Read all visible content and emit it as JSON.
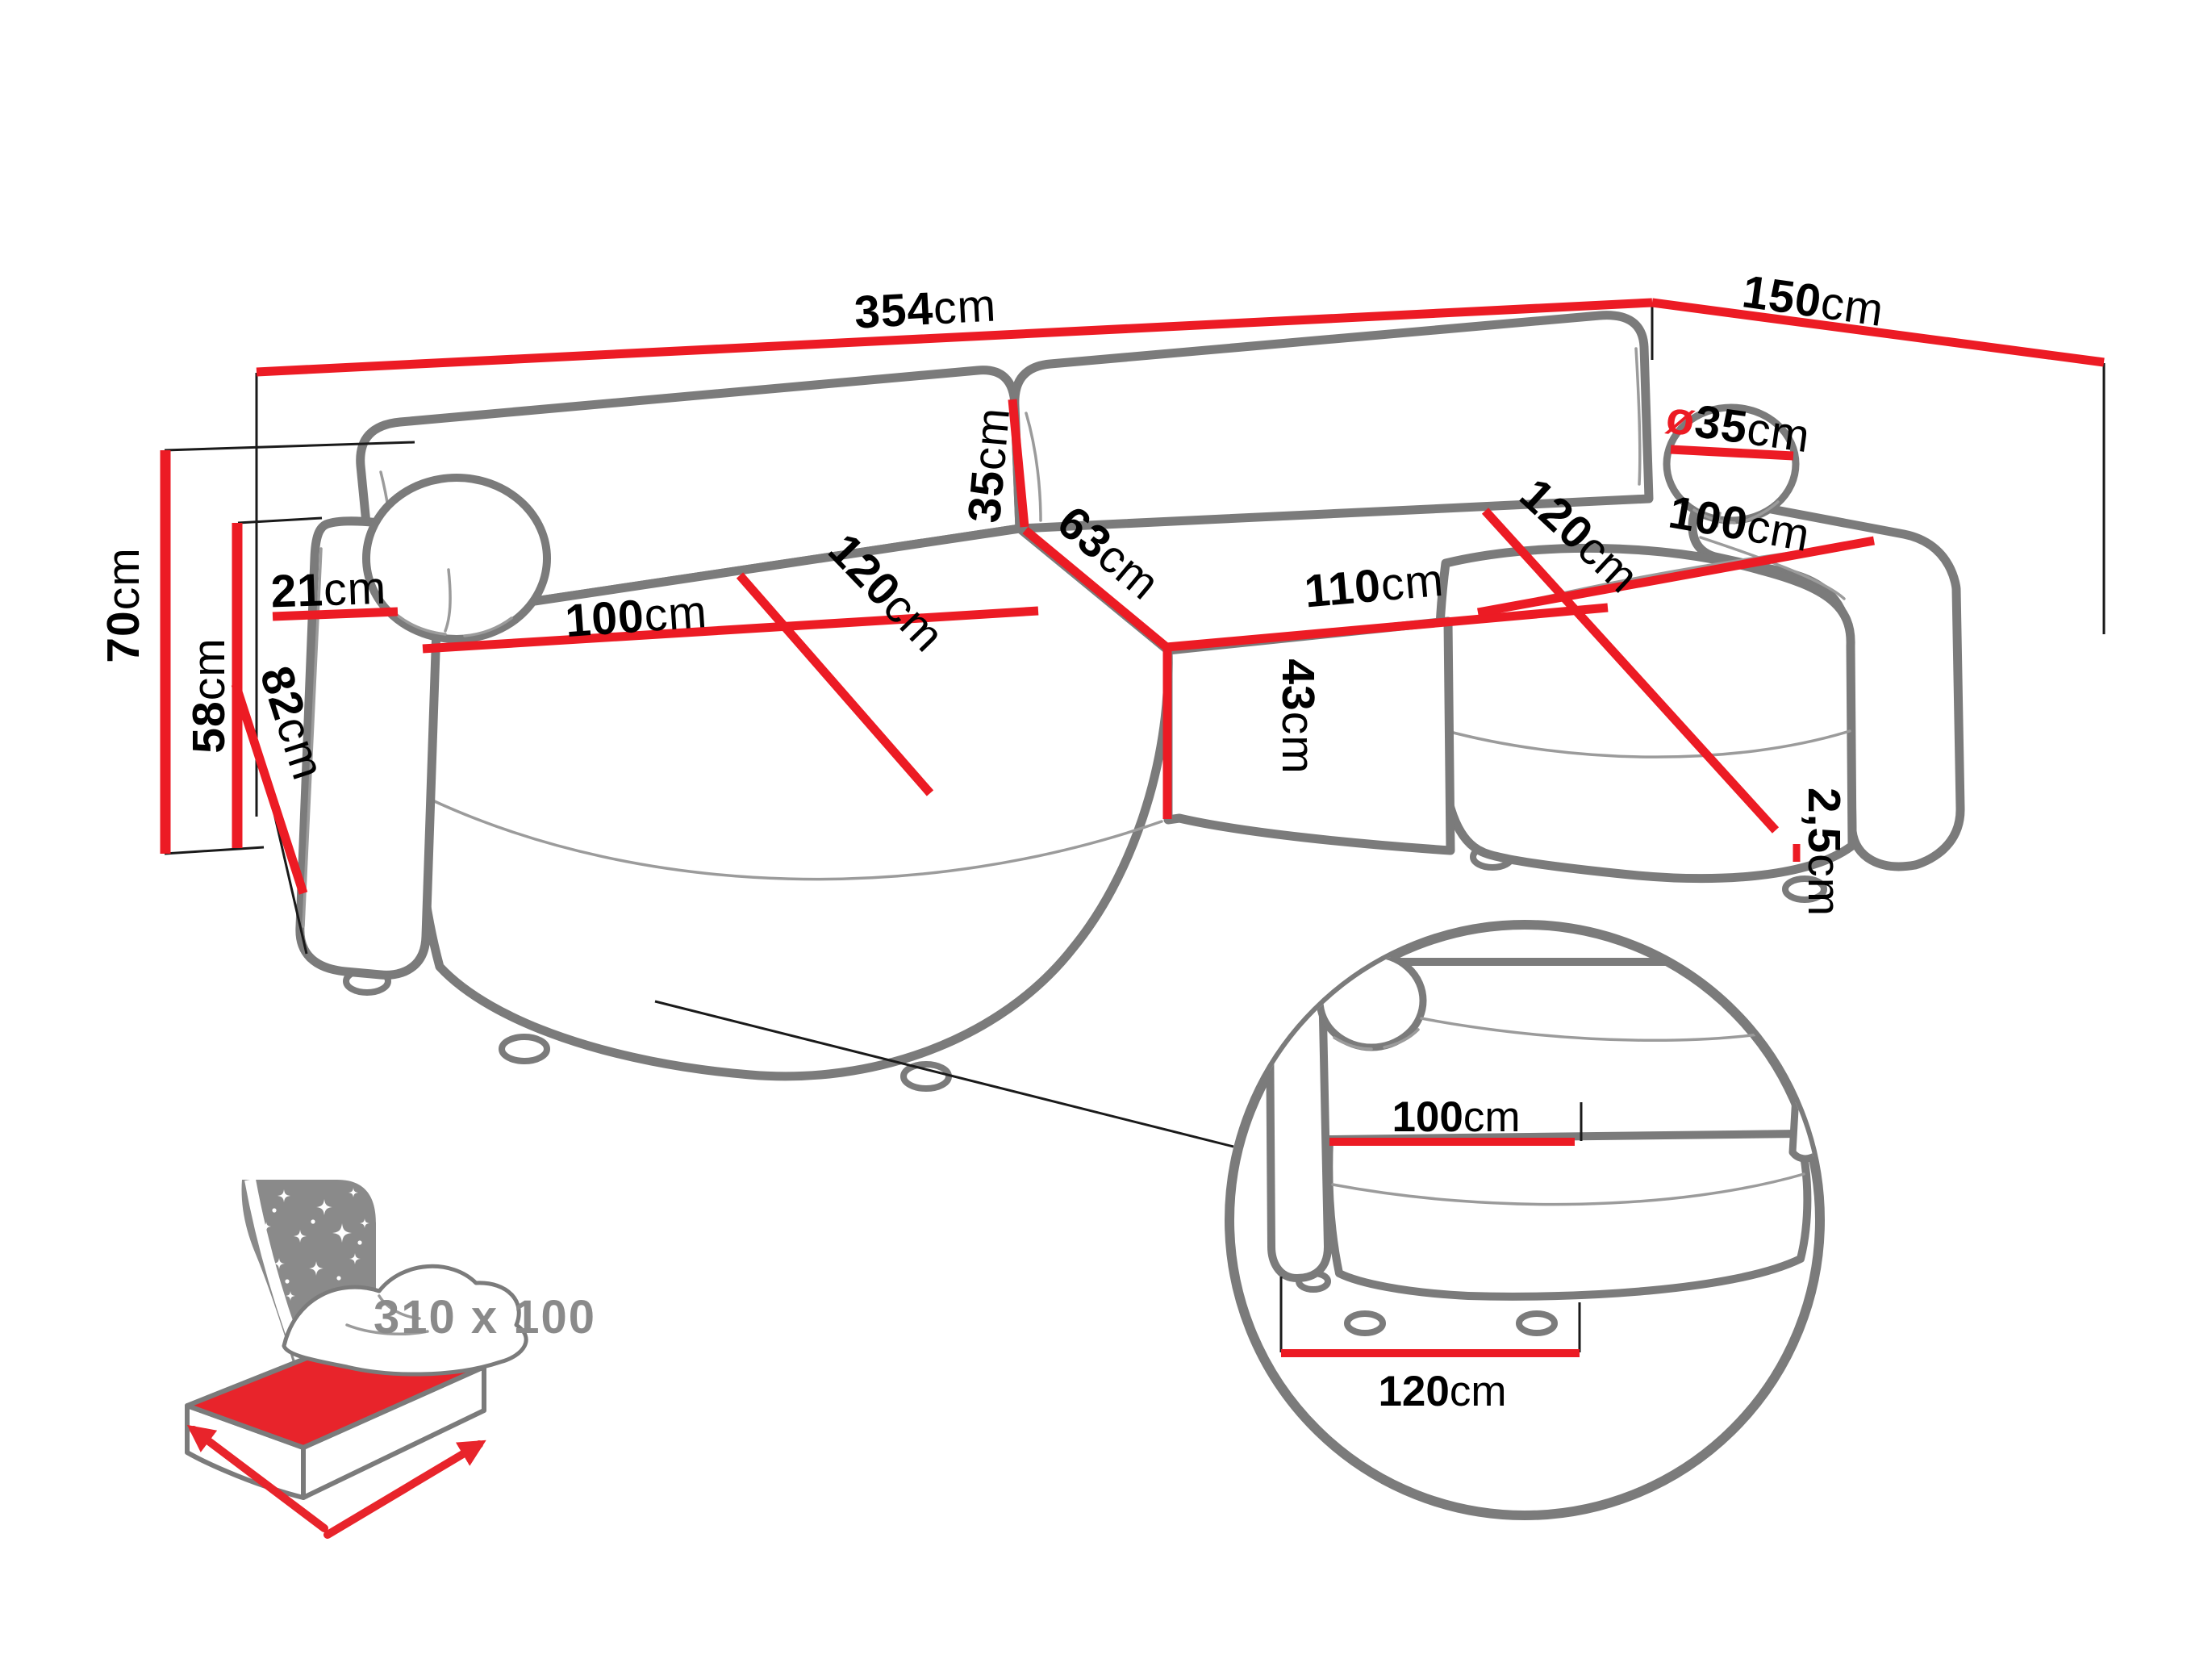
{
  "title": "Corner sofa dimension diagram",
  "colors": {
    "dimension_line": "#ec1b24",
    "outline": "#7b7b7b",
    "label_text": "#000000",
    "muted_text": "#8a8a8a"
  },
  "labels": {
    "total_width": {
      "num": "354",
      "unit": "cm"
    },
    "side_depth": {
      "num": "150",
      "unit": "cm"
    },
    "back_height": {
      "num": "70",
      "unit": "cm"
    },
    "arm_height": {
      "num": "58",
      "unit": "cm"
    },
    "arm_width": {
      "num": "21",
      "unit": "cm"
    },
    "arm_depth": {
      "num": "82",
      "unit": "cm"
    },
    "left_seat_width": {
      "num": "100",
      "unit": "cm"
    },
    "left_seat_depth": {
      "num": "120",
      "unit": "cm"
    },
    "back_cushion_height": {
      "num": "35",
      "unit": "cm"
    },
    "seat_back_depth": {
      "num": "63",
      "unit": "cm"
    },
    "middle_seat_width": {
      "num": "110",
      "unit": "cm"
    },
    "seat_height": {
      "num": "43",
      "unit": "cm"
    },
    "chaise_depth": {
      "num": "120",
      "unit": "cm"
    },
    "chaise_width": {
      "num": "100",
      "unit": "cm"
    },
    "pillow_diameter": {
      "sym": "ø",
      "num": "35",
      "unit": "cm"
    },
    "leg_height": {
      "num": "2,5",
      "unit": "cm"
    }
  },
  "inset": {
    "seat_width": {
      "num": "100",
      "unit": "cm"
    },
    "module_width": {
      "num": "120",
      "unit": "cm"
    }
  },
  "sleeping_area": {
    "value": "310 x 100"
  }
}
